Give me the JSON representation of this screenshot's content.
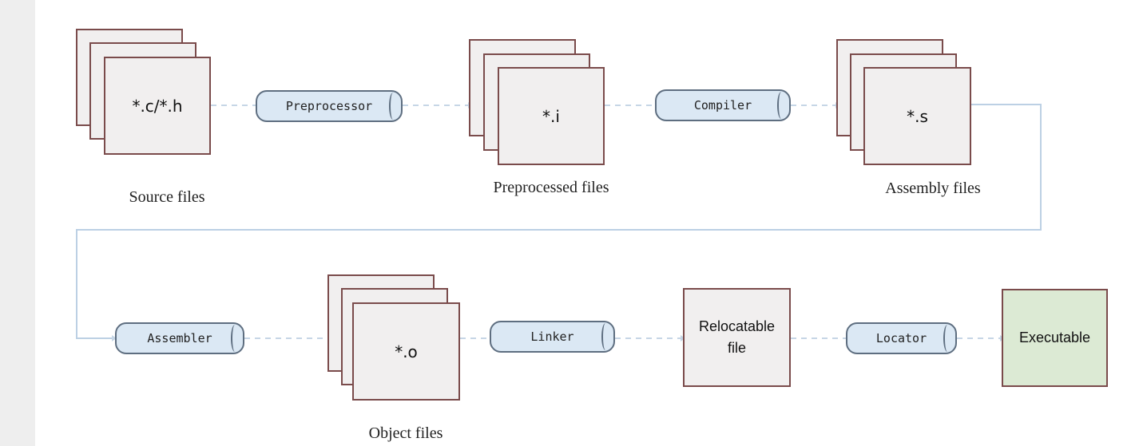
{
  "stages": {
    "source": {
      "glyph": "*.c/*.h",
      "caption": "Source files"
    },
    "preprocessed": {
      "glyph": "*.i",
      "caption": "Preprocessed files"
    },
    "assembly": {
      "glyph": "*.s",
      "caption": "Assembly files"
    },
    "object": {
      "glyph": "*.o",
      "caption": "Object files"
    }
  },
  "tools": {
    "preprocessor": "Preprocessor",
    "compiler": "Compiler",
    "assembler": "Assembler",
    "linker": "Linker",
    "locator": "Locator"
  },
  "boxes": {
    "relocatable": "Relocatable\nfile",
    "executable": "Executable"
  },
  "colors": {
    "tool_fill": "#dbe8f4",
    "executable_fill": "#dcead4",
    "file_fill": "#f1efef",
    "connector": "#c6d6e6"
  }
}
